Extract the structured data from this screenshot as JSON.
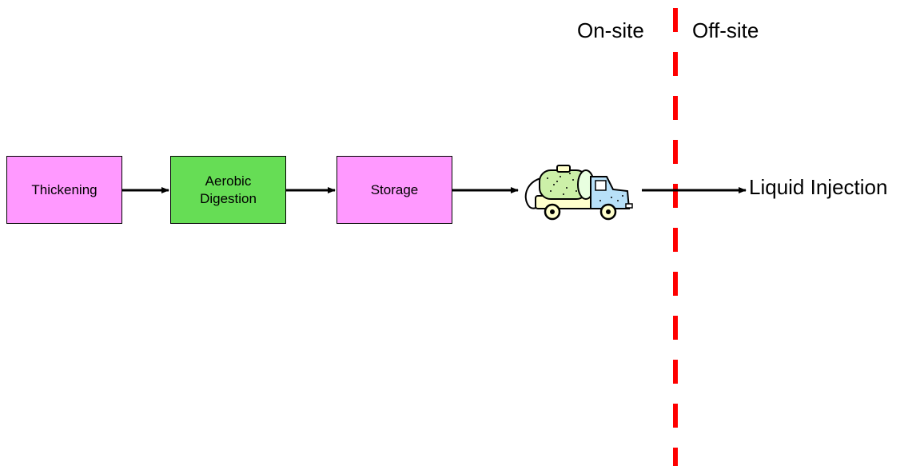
{
  "diagram": {
    "boxes": [
      {
        "id": "thickening",
        "label": "Thickening",
        "color": "#ff99ff"
      },
      {
        "id": "aerobic-digestion",
        "label": "Aerobic\nDigestion",
        "color": "#66dd55"
      },
      {
        "id": "storage",
        "label": "Storage",
        "color": "#ff99ff"
      }
    ],
    "transport_icon": "tanker-truck-icon",
    "output_label": "Liquid Injection",
    "boundary": {
      "left_label": "On-site",
      "right_label": "Off-site",
      "line_color": "#ff0000"
    },
    "arrow_color": "#000000"
  }
}
